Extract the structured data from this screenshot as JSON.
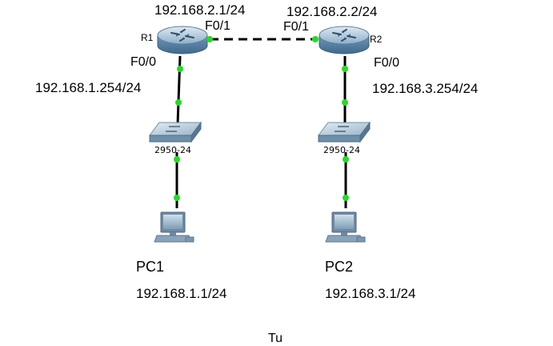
{
  "routers": [
    {
      "name": "R1",
      "wan_ip": "192.168.2.1/24",
      "wan_port": "F0/1",
      "lan_port": "F0/0",
      "lan_ip": "192.168.1.254/24",
      "icon": "router-icon"
    },
    {
      "name": "R2",
      "wan_ip": "192.168.2.2/24",
      "wan_port": "F0/1",
      "lan_port": "F0/0",
      "lan_ip": "192.168.3.254/24",
      "icon": "router-icon"
    }
  ],
  "switches": [
    {
      "model": "2950-24",
      "icon": "switch-icon"
    },
    {
      "model": "2950-24",
      "icon": "switch-icon"
    }
  ],
  "pcs": [
    {
      "name": "PC1",
      "ip": "192.168.1.1/24",
      "icon": "pc-icon"
    },
    {
      "name": "PC2",
      "ip": "192.168.3.1/24",
      "icon": "pc-icon"
    }
  ],
  "links": [
    {
      "from": "R1",
      "to": "R2",
      "style": "crossover-dashed"
    },
    {
      "from": "R1",
      "to": "Switch-1",
      "style": "straight"
    },
    {
      "from": "R2",
      "to": "Switch-2",
      "style": "straight"
    },
    {
      "from": "Switch-1",
      "to": "PC1",
      "style": "straight"
    },
    {
      "from": "Switch-2",
      "to": "PC2",
      "style": "straight"
    }
  ],
  "caption": "Tu",
  "colors": {
    "link": "#000000",
    "port_up": "#22dd22",
    "router_body": "#5b86aa",
    "switch_body": "#6e8fa8",
    "pc_body": "#8aa3b8"
  }
}
